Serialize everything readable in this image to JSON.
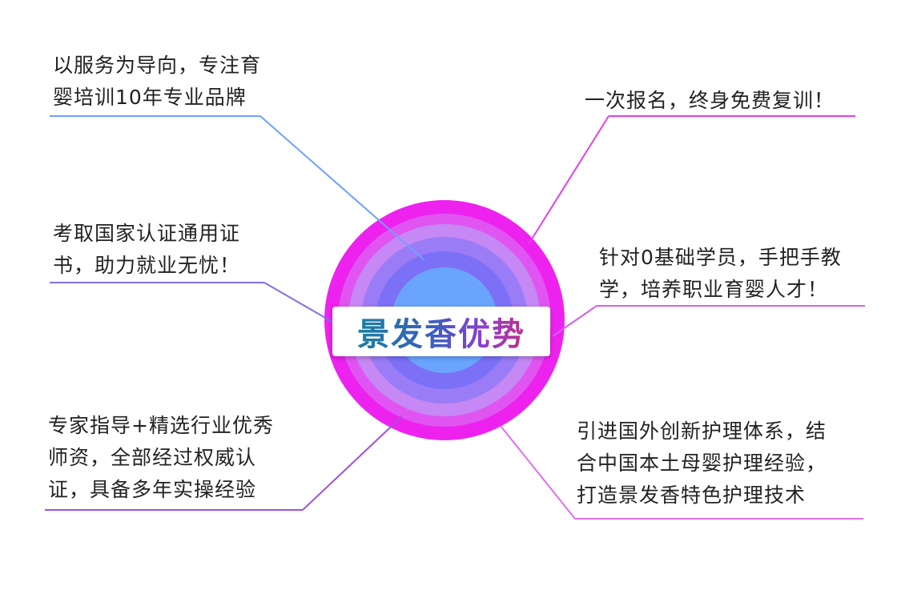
{
  "center": {
    "title": "景发香优势"
  },
  "blocks": [
    {
      "lines": [
        "以服务为导向，专注育",
        "婴培训10年专业品牌"
      ],
      "color": "#6ea0ff"
    },
    {
      "lines": [
        "一次报名，终身免费复训！"
      ],
      "color": "#e040f0"
    },
    {
      "lines": [
        "考取国家认证通用证",
        "书，助力就业无忧！"
      ],
      "color": "#8070f0"
    },
    {
      "lines": [
        "针对0基础学员，手把手教",
        "学，培养职业育婴人才！"
      ],
      "color": "#d060f0"
    },
    {
      "lines": [
        "专家指导+精选行业优秀",
        "师资，全部经过权威认",
        "证，具备多年实操经验"
      ],
      "color": "#a050e0"
    },
    {
      "lines": [
        "引进国外创新护理体系，结",
        "合中国本土母婴护理经验，",
        "打造景发香特色护理技术"
      ],
      "color": "#e070f0"
    }
  ]
}
